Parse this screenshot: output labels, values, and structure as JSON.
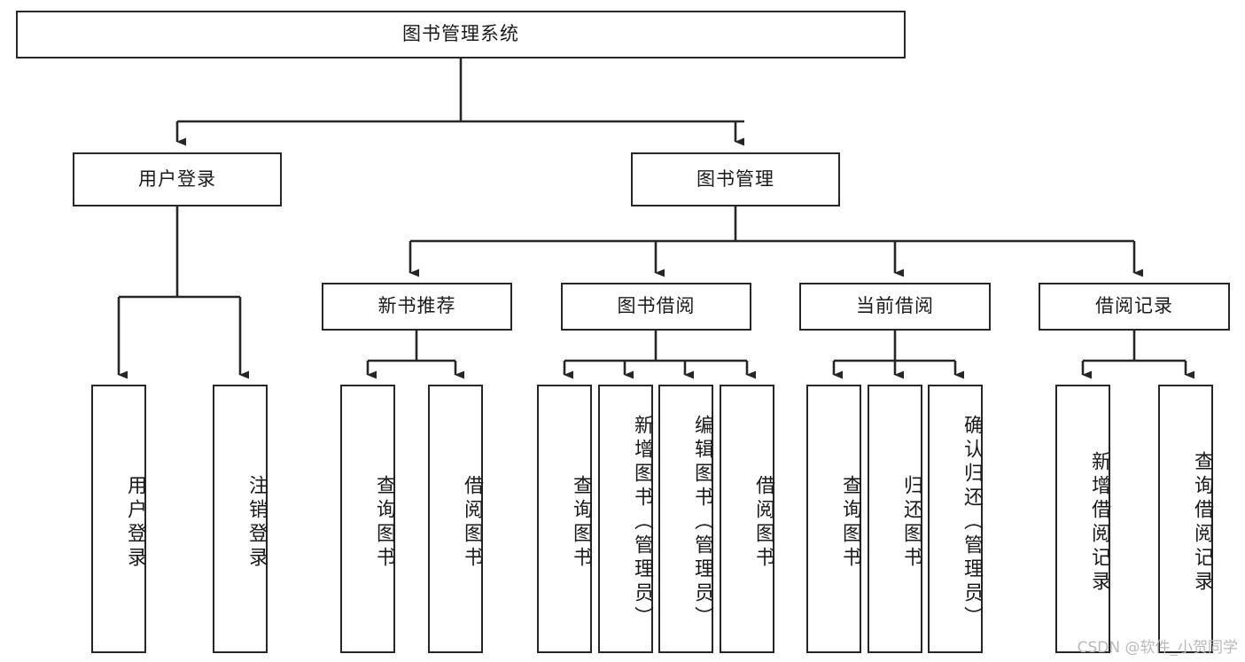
{
  "diagram": {
    "title": "图书管理系统",
    "watermark": "CSDN @软件_小贺同学",
    "colors": {
      "background": "#ffffff",
      "box_border": "#262626",
      "edge": "#262626",
      "text": "#1a1a1a",
      "watermark": "#b9b9b9"
    },
    "root": {
      "label": "图书管理系统"
    },
    "level2": [
      {
        "label": "用户登录"
      },
      {
        "label": "图书管理"
      }
    ],
    "level3": [
      {
        "label": "新书推荐"
      },
      {
        "label": "图书借阅"
      },
      {
        "label": "当前借阅"
      },
      {
        "label": "借阅记录"
      }
    ],
    "leaves": {
      "user_login": [
        {
          "label": "用户登录"
        },
        {
          "label": "注销登录"
        }
      ],
      "new_book": [
        {
          "label": "查询图书"
        },
        {
          "label": "借阅图书"
        }
      ],
      "book_borrow": [
        {
          "label": "查询图书"
        },
        {
          "label": "新增图书（管理员）"
        },
        {
          "label": "编辑图书（管理员）"
        },
        {
          "label": "借阅图书"
        }
      ],
      "current_borrow": [
        {
          "label": "查询图书"
        },
        {
          "label": "归还图书"
        },
        {
          "label": "确认归还（管理员）"
        }
      ],
      "borrow_record": [
        {
          "label": "新增借阅记录"
        },
        {
          "label": "查询借阅记录"
        }
      ]
    }
  }
}
